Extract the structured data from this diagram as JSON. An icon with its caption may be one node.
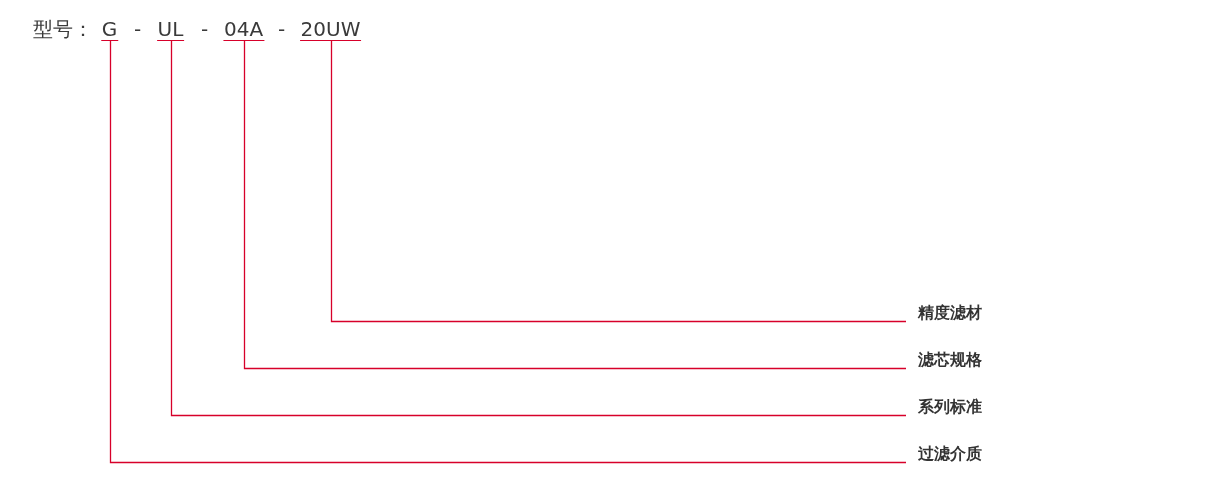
{
  "diagram": {
    "nodes": [
      {
        "text": [
          "G"
        ]
      },
      {
        "text": [
          "UL"
        ]
      },
      {
        "text": [
          "04A"
        ]
      },
      {
        "text": [
          "20UW"
        ]
      },
      {
        "text": [
          "精度滤材"
        ]
      },
      {
        "text": [
          "滤芯规格"
        ]
      },
      {
        "text": [
          "系列标准"
        ]
      },
      {
        "text": [
          "过滤介质"
        ]
      }
    ],
    "edges": [
      {
        "from": 3,
        "to": 4,
        "arrow": "none"
      },
      {
        "from": 2,
        "to": 5,
        "arrow": "none"
      },
      {
        "from": 1,
        "to": 6,
        "arrow": "none"
      },
      {
        "from": 0,
        "to": 7,
        "arrow": "none"
      }
    ],
    "labels": [
      "型号：",
      "-",
      "-",
      "-"
    ]
  }
}
